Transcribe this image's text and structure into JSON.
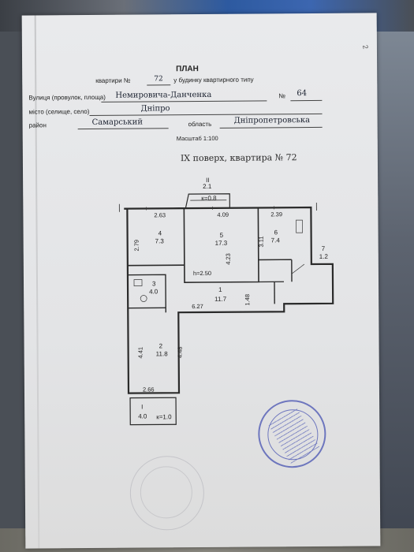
{
  "document": {
    "title": "ПЛАН",
    "subtitle_prefix": "квартири №",
    "apartment_number": "72",
    "subtitle_suffix": "у будинку квартирного типу",
    "street_label": "Вулиця (провулок, площа)",
    "street_value": "Немировича-Данченка",
    "house_label": "№",
    "house_value": "64",
    "city_label": "місто (селище, село)",
    "city_value": "Дніпро",
    "district_label": "район",
    "district_value": "Самарський",
    "region_label": "область",
    "region_value": "Дніпропетровська",
    "scale": "Масштаб 1:100",
    "floor_caption": "IX поверх, квартира № 72",
    "corner_mark": "2"
  },
  "plan": {
    "rooms": [
      {
        "number": "4",
        "area": "7.3"
      },
      {
        "number": "5",
        "area": "17.3"
      },
      {
        "number": "6",
        "area": "7.4"
      },
      {
        "number": "7",
        "area": "1.2"
      },
      {
        "number": "3",
        "area": "4.0"
      },
      {
        "number": "1",
        "area": "11.7"
      },
      {
        "number": "2",
        "area": "11.8"
      },
      {
        "number": "II",
        "area": "2.1",
        "coef": "к=0.8"
      },
      {
        "number": "I",
        "area": "4.0",
        "coef": "к=1.0"
      }
    ],
    "dimensions": [
      "2.63",
      "4.09",
      "2.39",
      "2.79",
      "3.11",
      "4.23",
      "h=2.50",
      "1.48",
      "6.27",
      "4.41",
      "4.48",
      "2.66"
    ]
  }
}
